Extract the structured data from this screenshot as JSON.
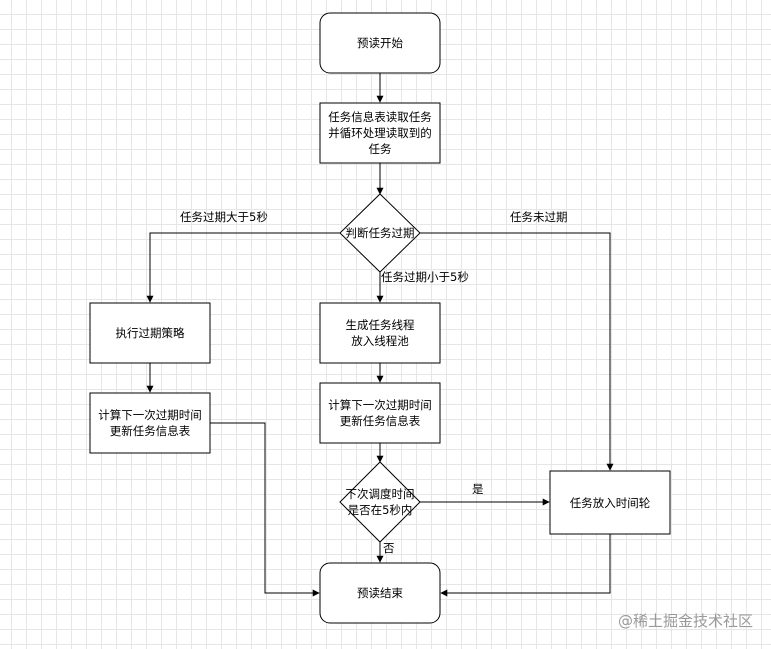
{
  "nodes": {
    "start": "预读开始",
    "read_tasks": "任务信息表读取任务\n并循环处理读取到的\n任务",
    "check_expired": "判断任务过期",
    "exec_expire_policy": "执行过期策略",
    "calc_next_left": "计算下一次过期时间\n更新任务信息表",
    "create_thread": "生成任务线程\n放入线程池",
    "calc_next_mid": "计算下一次过期时间\n更新任务信息表",
    "check_schedule": "下次调度时间\n是否在5秒内",
    "time_wheel": "任务放入时间轮",
    "end": "预读结束"
  },
  "edges": {
    "expired_over_5s": "任务过期大于5秒",
    "not_expired": "任务未过期",
    "expired_under_5s": "任务过期小于5秒",
    "yes": "是",
    "no": "否"
  },
  "watermark": "@稀土掘金技术社区",
  "colors": {
    "stroke": "#000000",
    "fill": "#ffffff",
    "watermark": "#9a9a9a"
  }
}
